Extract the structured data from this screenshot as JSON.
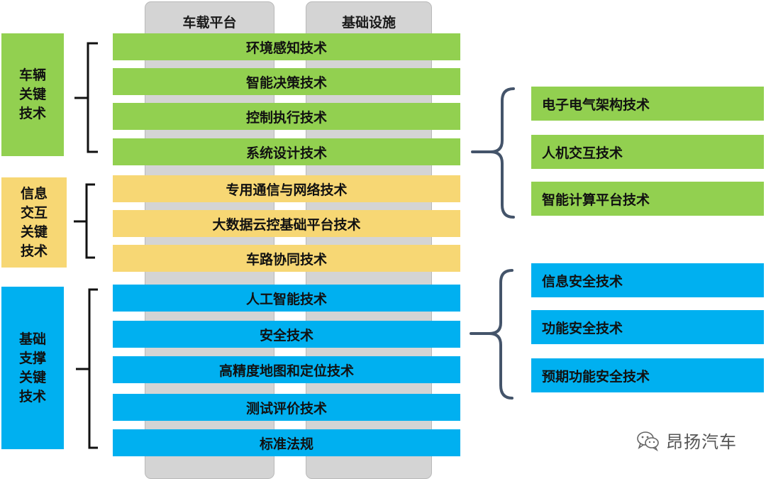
{
  "pillars": {
    "left": "车载平台",
    "right": "基础设施"
  },
  "categories": [
    {
      "label": "车辆\n关键\n技术",
      "color": "#92d050"
    },
    {
      "label": "信息\n交互\n关键\n技术",
      "color": "#f7d774"
    },
    {
      "label": "基础\n支撑\n关键\n技术",
      "color": "#00b0f0"
    }
  ],
  "center_bars": [
    "环境感知技术",
    "智能决策技术",
    "控制执行技术",
    "系统设计技术",
    "专用通信与网络技术",
    "大数据云控基础平台技术",
    "车路协同技术",
    "人工智能技术",
    "安全技术",
    "高精度地图和定位技术",
    "测试评价技术",
    "标准法规"
  ],
  "right_groups": [
    {
      "source": "系统设计技术",
      "items": [
        "电子电气架构技术",
        "人机交互技术",
        "智能计算平台技术"
      ],
      "color": "#92d050"
    },
    {
      "source": "安全技术",
      "items": [
        "信息安全技术",
        "功能安全技术",
        "预期功能安全技术"
      ],
      "color": "#00b0f0"
    }
  ],
  "watermark": {
    "text": "昂扬汽车",
    "icon": "wechat-icon"
  }
}
